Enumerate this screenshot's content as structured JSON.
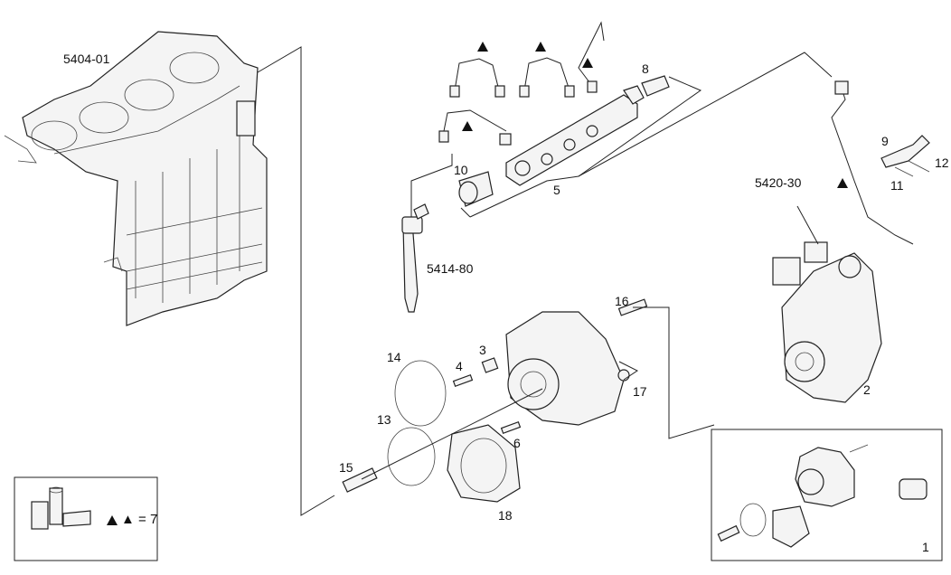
{
  "callouts": {
    "block": "5404-01",
    "injector": "5414-80",
    "pump_group": "5420-30",
    "c1": "1",
    "c2": "2",
    "c3": "3",
    "c4": "4",
    "c5": "5",
    "c6": "6",
    "c8": "8",
    "c9": "9",
    "c10": "10",
    "c11": "11",
    "c12": "12",
    "c13": "13",
    "c14": "14",
    "c15": "15",
    "c16": "16",
    "c17": "17",
    "c18": "18"
  },
  "legend": {
    "symbol_value": "▲ = 7"
  },
  "icons": [
    "warning-triangle-icon",
    "sealant-tube-icon"
  ]
}
